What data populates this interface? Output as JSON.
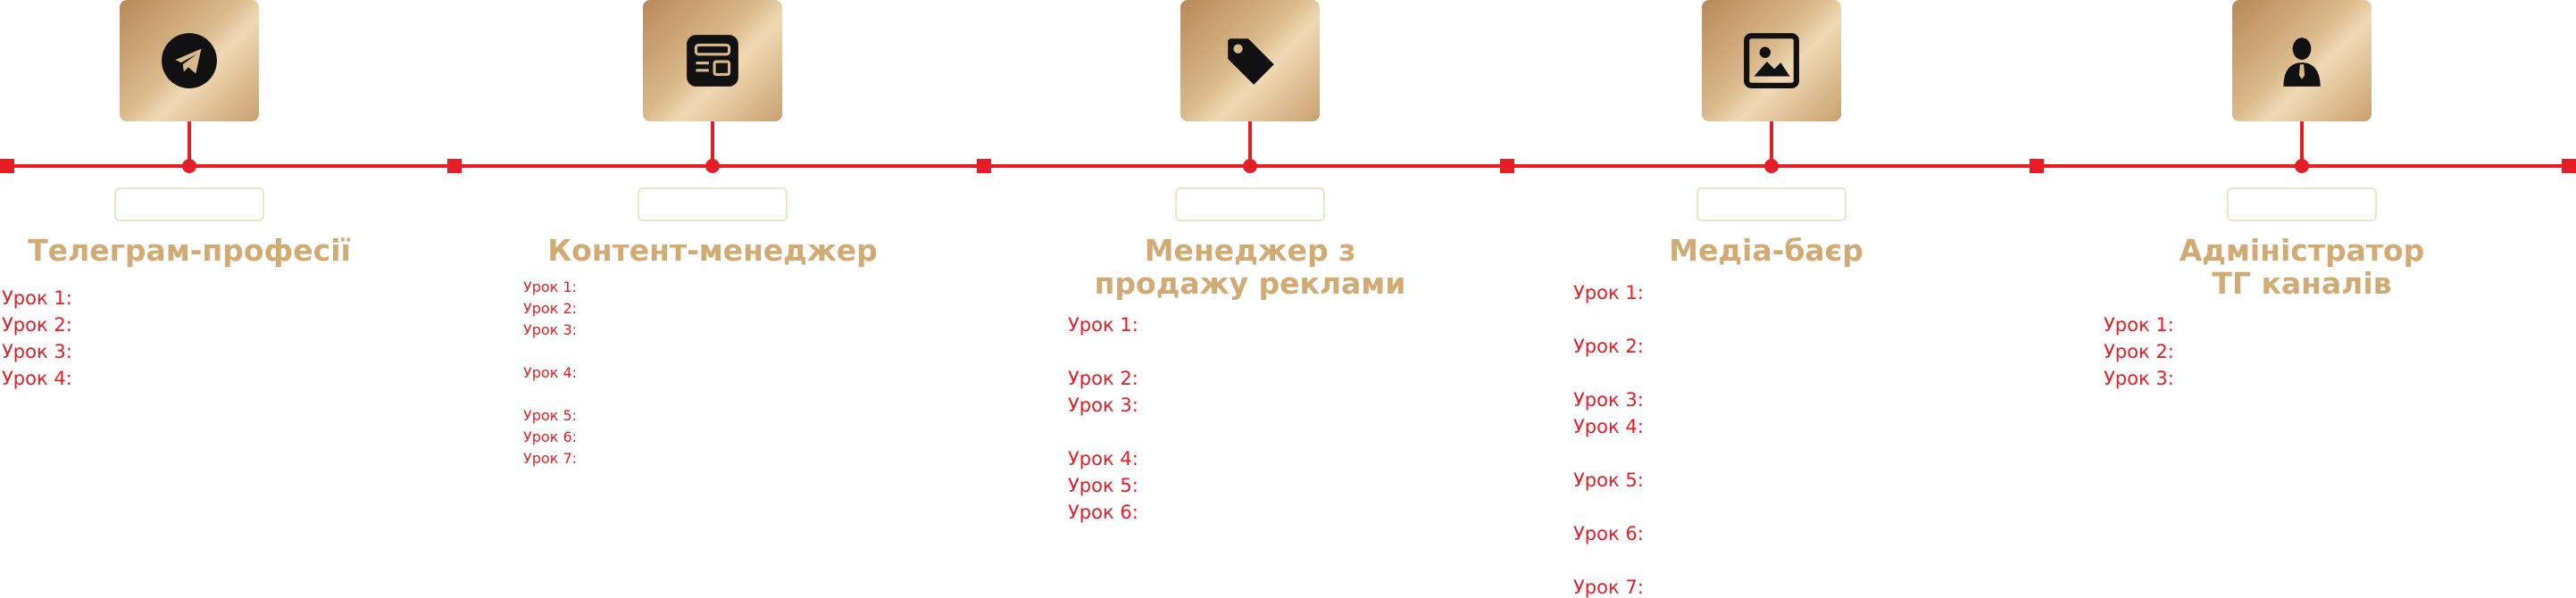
{
  "colors": {
    "timeline": "#e31e24",
    "title_gold": "#d2aa73",
    "lesson_red": "#e31e24",
    "icon_background": "gold-gradient"
  },
  "columns": [
    {
      "icon": "telegram-plane-icon",
      "title_lines": [
        "Телеграм-професії"
      ],
      "lessons": [
        "Урок 1:",
        "Урок 2:",
        "Урок 3:",
        "Урок 4:"
      ]
    },
    {
      "icon": "content-layout-icon",
      "title_lines": [
        "Контент-менеджер"
      ],
      "lessons": [
        "Урок 1:",
        "Урок 2:",
        "Урок 3:",
        "Урок 4:",
        "Урок 5:",
        "Урок 6:",
        "Урок 7:"
      ]
    },
    {
      "icon": "price-tag-icon",
      "title_lines": [
        "Менеджер з",
        "продажу реклами"
      ],
      "lessons": [
        "Урок 1:",
        "Урок 2:",
        "Урок 3:",
        "Урок 4:",
        "Урок 5:",
        "Урок 6:"
      ]
    },
    {
      "icon": "image-icon",
      "title_lines": [
        "Медіа-баєр"
      ],
      "lessons": [
        "Урок 1:",
        "Урок 2:",
        "Урок 3:",
        "Урок 4:",
        "Урок 5:",
        "Урок 6:",
        "Урок 7:"
      ]
    },
    {
      "icon": "administrator-person-icon",
      "title_lines": [
        "Адміністратор",
        "ТГ каналів"
      ],
      "lessons": [
        "Урок 1:",
        "Урок 2:",
        "Урок 3:"
      ]
    }
  ]
}
